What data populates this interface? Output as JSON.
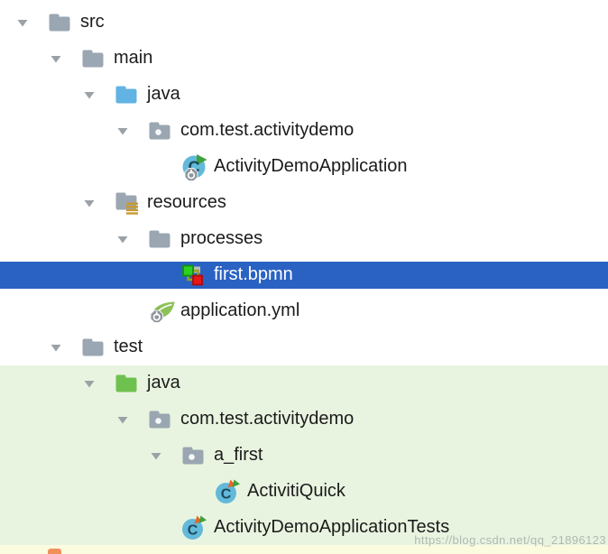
{
  "colors": {
    "selection_background": "#2a62c4",
    "selection_text": "#ffffff",
    "test_scope_background": "#e9f4e0",
    "pending_row_background": "#fbfbdf",
    "tree_text": "#1b1b1b",
    "chevron": "#9ca1a6",
    "folder_gray": "#9aa6b1",
    "source_folder_blue": "#61b3e3",
    "test_folder_green": "#6fc14f",
    "resources_lines_gold": "#c8992e",
    "class_circle_blue": "#63b9da",
    "class_letter": "#1d4659",
    "run_triangle_green": "#3fa13c",
    "test_triangle_orange": "#e2672b",
    "bpmn_green": "#2ed11f",
    "bpmn_red": "#e81717",
    "spring_leaf_green": "#8cc157",
    "partial_icon_orange": "#f0915a"
  },
  "tree": {
    "items": [
      {
        "label": "src",
        "level": 0,
        "icon": "folder",
        "expanded": true,
        "leaf": false,
        "highlight": "none"
      },
      {
        "label": "main",
        "level": 1,
        "icon": "folder",
        "expanded": true,
        "leaf": false,
        "highlight": "none"
      },
      {
        "label": "java",
        "level": 2,
        "icon": "folder-src",
        "expanded": true,
        "leaf": false,
        "highlight": "none"
      },
      {
        "label": "com.test.activitydemo",
        "level": 3,
        "icon": "package",
        "expanded": true,
        "leaf": false,
        "highlight": "none"
      },
      {
        "label": "ActivityDemoApplication",
        "level": 4,
        "icon": "spring-boot-run-class",
        "expanded": false,
        "leaf": true,
        "highlight": "none"
      },
      {
        "label": "resources",
        "level": 2,
        "icon": "folder-resources",
        "expanded": true,
        "leaf": false,
        "highlight": "none"
      },
      {
        "label": "processes",
        "level": 3,
        "icon": "folder",
        "expanded": true,
        "leaf": false,
        "highlight": "none"
      },
      {
        "label": "first.bpmn",
        "level": 4,
        "icon": "bpmn-file",
        "expanded": false,
        "leaf": true,
        "highlight": "selected"
      },
      {
        "label": "application.yml",
        "level": 3,
        "icon": "spring-config",
        "expanded": false,
        "leaf": true,
        "highlight": "none"
      },
      {
        "label": "test",
        "level": 1,
        "icon": "folder",
        "expanded": true,
        "leaf": false,
        "highlight": "none"
      },
      {
        "label": "java",
        "level": 2,
        "icon": "folder-test",
        "expanded": true,
        "leaf": false,
        "highlight": "green"
      },
      {
        "label": "com.test.activitydemo",
        "level": 3,
        "icon": "package",
        "expanded": true,
        "leaf": false,
        "highlight": "green"
      },
      {
        "label": "a_first",
        "level": 4,
        "icon": "package",
        "expanded": true,
        "leaf": false,
        "highlight": "green"
      },
      {
        "label": "ActivitiQuick",
        "level": 5,
        "icon": "test-class",
        "expanded": false,
        "leaf": true,
        "highlight": "green"
      },
      {
        "label": "ActivityDemoApplicationTests",
        "level": 4,
        "icon": "test-class",
        "expanded": false,
        "leaf": true,
        "highlight": "green"
      }
    ]
  },
  "partial_row": {
    "visible": true
  },
  "watermark": {
    "text": "https://blog.csdn.net/qq_21896123"
  }
}
